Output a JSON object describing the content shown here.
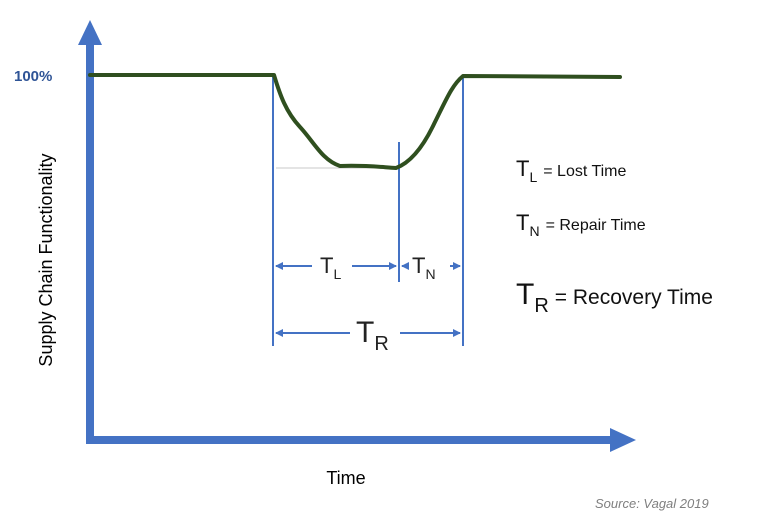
{
  "colors": {
    "axis": "#4472c4",
    "curve": "#2f4f1f",
    "marker": "#4472c4",
    "ytick": "#2f5496",
    "baseline": "#c8c8c8",
    "source": "#7f7f7f"
  },
  "axes": {
    "y_tick": "100%",
    "y_title": "Supply Chain Functionality",
    "x_title": "Time"
  },
  "symbols": {
    "lost": {
      "main": "T",
      "sub": "L"
    },
    "repair": {
      "main": "T",
      "sub": "N"
    },
    "recovery": {
      "main": "T",
      "sub": "R"
    }
  },
  "legend": [
    {
      "main": "T",
      "sub": "L",
      "text": "= Lost Time"
    },
    {
      "main": "T",
      "sub": "N",
      "text": "= Repair Time"
    },
    {
      "main": "T",
      "sub": "R",
      "text": "= Recovery Time"
    }
  ],
  "source": "Source:  Vagal 2019"
}
